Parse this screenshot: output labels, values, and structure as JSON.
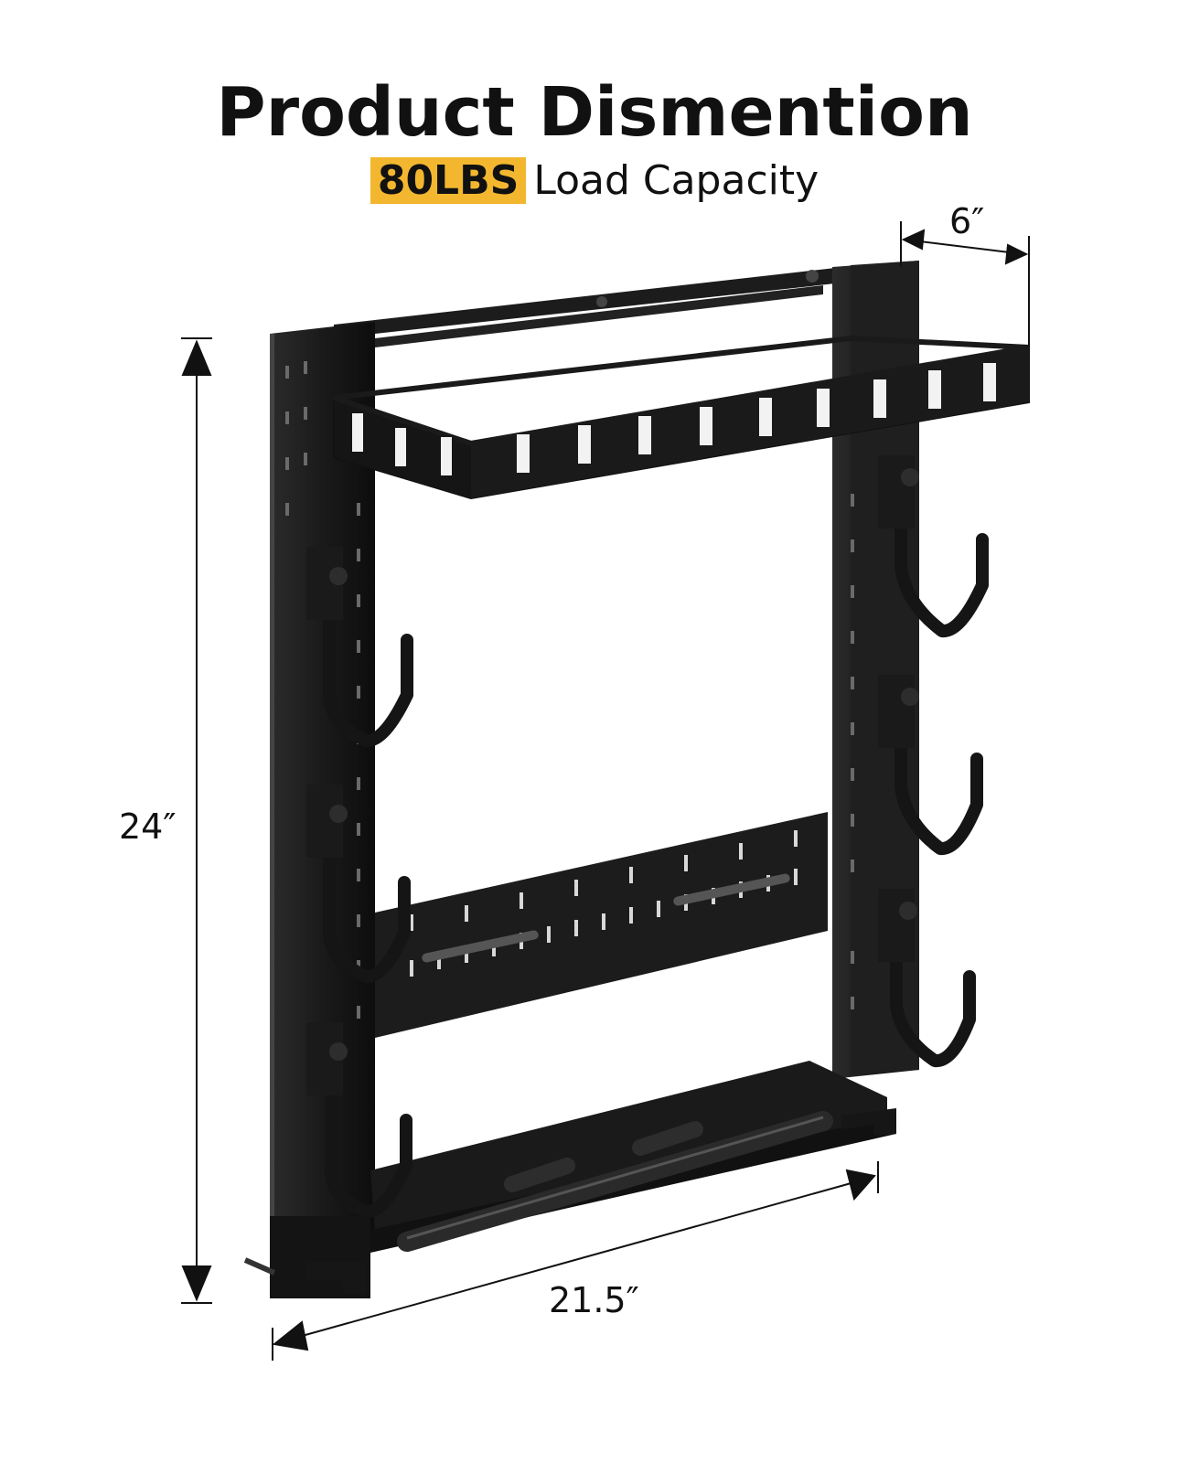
{
  "header": {
    "title": "Product Dismention",
    "badge": "80LBS",
    "subtitle_rest": "Load Capacity"
  },
  "dimensions": {
    "depth": "6″",
    "height": "24″",
    "width": "21.5″"
  },
  "colors": {
    "badge": "#f3b72f",
    "metal": "#1a1a1a",
    "text": "#111111"
  }
}
